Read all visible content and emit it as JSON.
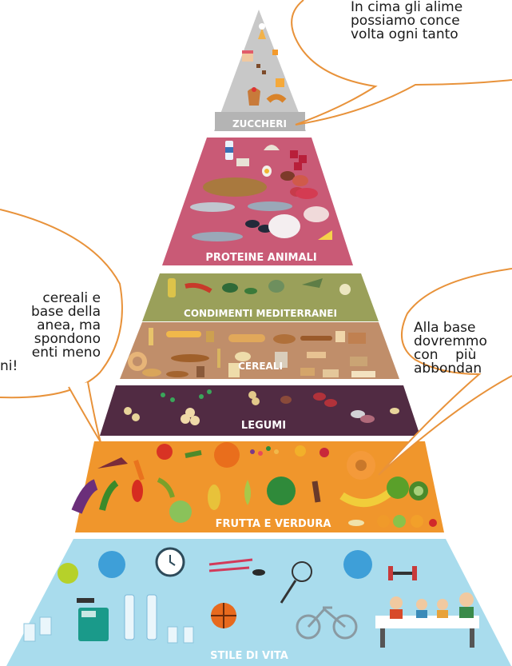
{
  "colors": {
    "sugars": "#c7c7c7",
    "proteins": "#c95a76",
    "condiments": "#9aa05a",
    "cereals": "#c08e6a",
    "legumes": "#512b43",
    "fruit_veg": "#f0962c",
    "lifestyle": "#a9dced",
    "bubble_stroke": "#e8923a"
  },
  "levels": [
    {
      "key": "sugars",
      "label": "ZUCCHERI"
    },
    {
      "key": "proteins",
      "label": "PROTEINE ANIMALI"
    },
    {
      "key": "condiments",
      "label": "CONDIMENTI MEDITERRANEI"
    },
    {
      "key": "cereals",
      "label": "CEREALI"
    },
    {
      "key": "legumes",
      "label": "LEGUMI"
    },
    {
      "key": "fruit_veg",
      "label": "FRUTTA E VERDURA"
    },
    {
      "key": "lifestyle",
      "label": "STILE DI VITA"
    }
  ],
  "bubbles": {
    "top": [
      "In cima gli alime",
      "possiamo conce",
      "volta ogni tanto"
    ],
    "left": [
      "cereali e",
      "base della",
      "anea, ma",
      "spondono",
      "enti meno",
      "ni!"
    ],
    "right": [
      "Alla base",
      "dovremmo",
      "con    più",
      "abbondan"
    ]
  }
}
